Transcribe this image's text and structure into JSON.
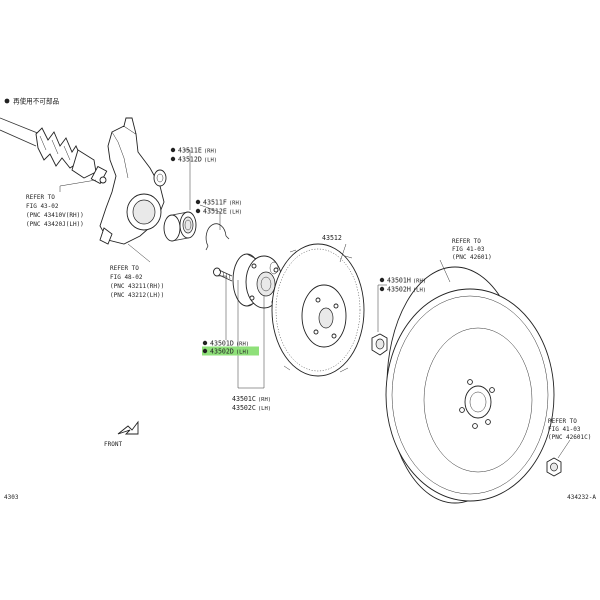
{
  "header": {
    "note": "再使用不可部品"
  },
  "refs": {
    "driveshaft": {
      "line1": "REFER TO",
      "line2": "FIG 43-02",
      "line3": "(PNC 43410V(RH))",
      "line4": "(PNC 43420J(LH))"
    },
    "knuckle": {
      "line1": "REFER TO",
      "line2": "FIG 48-02",
      "line3": "(PNC 43211(RH))",
      "line4": "(PNC 43212(LH))"
    },
    "wheel": {
      "line1": "REFER TO",
      "line2": "FIG 41-03",
      "line3": "(PNC 42601)"
    },
    "nut": {
      "line1": "REFER TO",
      "line2": "FIG 41-03",
      "line3": "(PNC 42601C)"
    }
  },
  "parts": {
    "p43511E": {
      "code": "43511E",
      "side": "(RH)"
    },
    "p43512D": {
      "code": "43512D",
      "side": "(LH)"
    },
    "p43511F": {
      "code": "43511F",
      "side": "(RH)"
    },
    "p43512E": {
      "code": "43512E",
      "side": "(LH)"
    },
    "p43512": {
      "code": "43512"
    },
    "p43501H": {
      "code": "43501H",
      "side": "(RH)"
    },
    "p43502H": {
      "code": "43502H",
      "side": "(LH)"
    },
    "p43501D": {
      "code": "43501D",
      "side": "(RH)"
    },
    "p43502D": {
      "code": "43502D",
      "side": "(LH)",
      "highlighted": true
    },
    "p43501C": {
      "code": "43501C",
      "side": "(RH)"
    },
    "p43502C": {
      "code": "43502C",
      "side": "(LH)"
    }
  },
  "front_label": "FRONT",
  "footer": {
    "left": "4303",
    "right": "434232-A"
  },
  "colors": {
    "highlight": "#8fe07a",
    "ink": "#222222"
  },
  "icons": {
    "bullet": "filled-circle-bullet",
    "front": "front-direction-arrow"
  }
}
